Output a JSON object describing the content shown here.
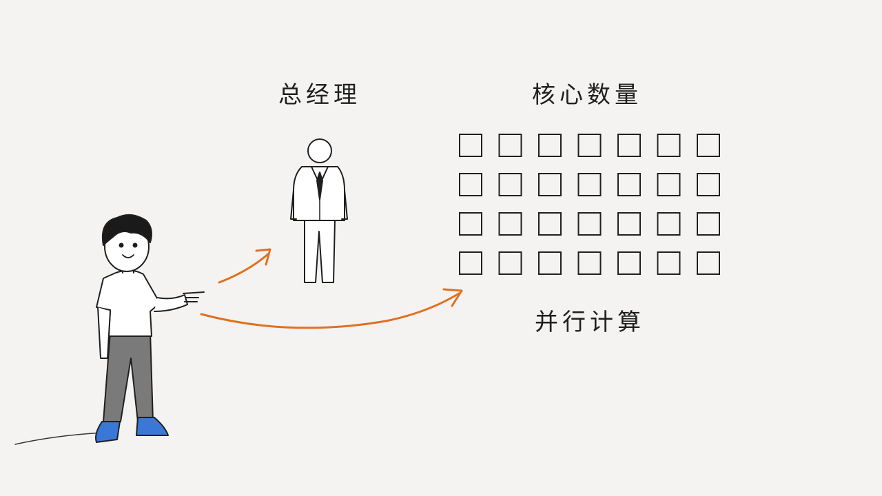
{
  "labels": {
    "general_manager": "总经理",
    "core_count": "核心数量",
    "parallel_compute": "并行计算"
  },
  "core_grid": {
    "rows": 4,
    "cols": 7
  },
  "colors": {
    "background": "#f4f3f1",
    "ink": "#1f1f1f",
    "arrow": "#e07020",
    "shoes": "#3a78d8",
    "pants": "#7a7a7a"
  }
}
